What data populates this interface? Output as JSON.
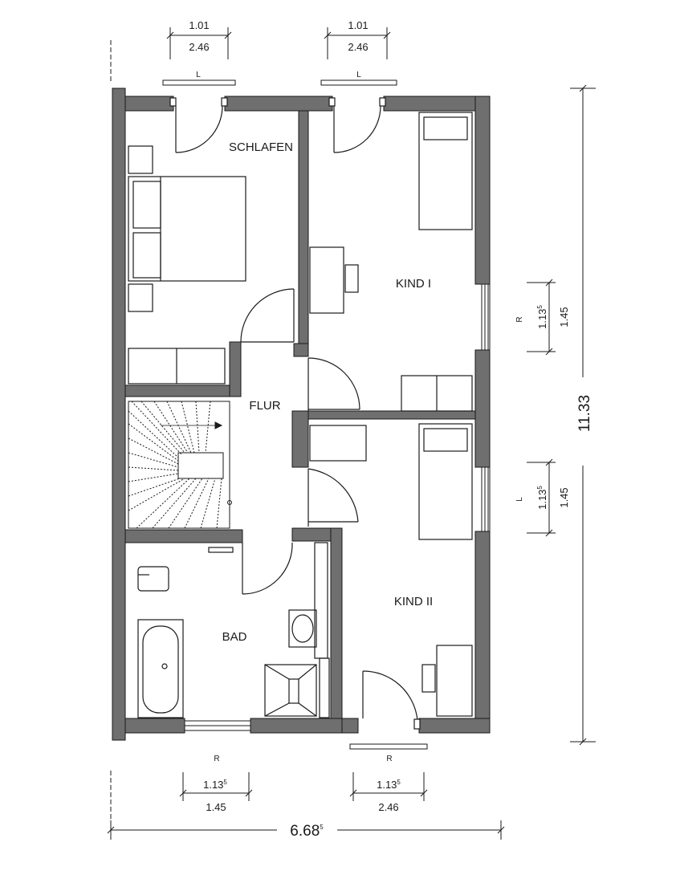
{
  "rooms": {
    "schlafen": "SCHLAFEN",
    "kind1": "KIND I",
    "kind2": "KIND II",
    "flur": "FLUR",
    "bad": "BAD"
  },
  "dimensions": {
    "top_left": {
      "upper": "1.01",
      "lower": "2.46"
    },
    "top_right": {
      "upper": "1.01",
      "lower": "2.46"
    },
    "bottom_left": {
      "upper": "1.13",
      "upper_sup": "5",
      "lower": "1.45"
    },
    "bottom_right": {
      "upper": "1.13",
      "upper_sup": "5",
      "lower": "2.46"
    },
    "right_upper": {
      "inner": "1.13",
      "inner_sup": "5",
      "outer": "1.45"
    },
    "right_lower": {
      "inner": "1.13",
      "inner_sup": "5",
      "outer": "1.45"
    },
    "total_width": {
      "value": "6.68",
      "sup": "5"
    },
    "total_height": "11.33"
  },
  "window_markers": {
    "top_left": "L",
    "top_right": "L",
    "right_upper": "R",
    "right_lower": "L",
    "bottom_left": "R",
    "bottom_right": "R"
  },
  "colors": {
    "wall": "#6f6f6f",
    "line": "#1a1a1a",
    "background": "#ffffff"
  }
}
